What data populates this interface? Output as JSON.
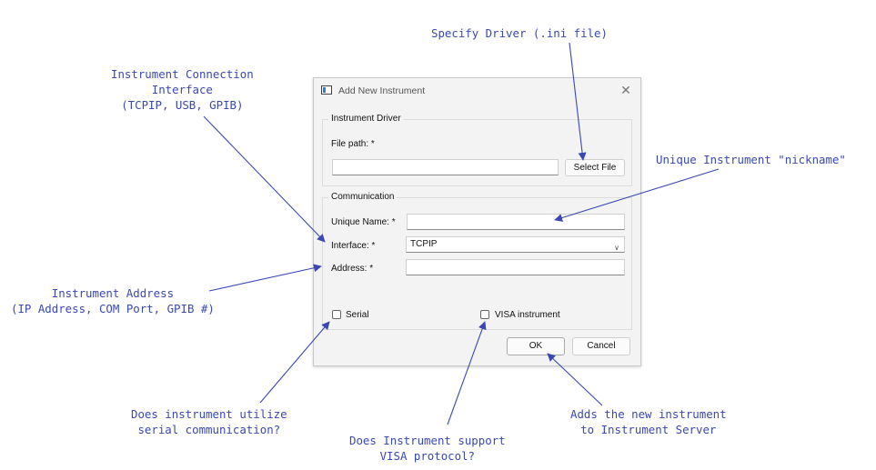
{
  "dialog": {
    "title": "Add New Instrument",
    "close_glyph": "✕",
    "driver_group": {
      "title": "Instrument Driver",
      "file_path_label": "File path: *",
      "file_path_value": "",
      "select_file_label": "Select File"
    },
    "comm_group": {
      "title": "Communication",
      "unique_name_label": "Unique Name: *",
      "unique_name_value": "",
      "interface_label": "Interface: *",
      "interface_value": "TCPIP",
      "address_label": "Address: *",
      "address_value": ""
    },
    "serial_label": "Serial",
    "serial_checked": false,
    "visa_label": "VISA instrument",
    "visa_checked": false,
    "ok_label": "OK",
    "cancel_label": "Cancel"
  },
  "annotations": {
    "driver": [
      "Specify Driver (.ini file)"
    ],
    "interface": [
      "Instrument Connection",
      "Interface",
      "(TCPIP, USB, GPIB)"
    ],
    "nickname": [
      "Unique Instrument \"nickname\""
    ],
    "address": [
      "Instrument Address",
      "(IP Address, COM Port, GPIB #)"
    ],
    "serial": [
      "Does instrument utilize",
      "serial communication?"
    ],
    "visa": [
      "Does Instrument support",
      "VISA protocol?"
    ],
    "ok": [
      "Adds the new instrument",
      "to Instrument Server"
    ]
  },
  "colors": {
    "annotation": "#3a47b4",
    "dialog_bg": "#f3f3f3"
  }
}
